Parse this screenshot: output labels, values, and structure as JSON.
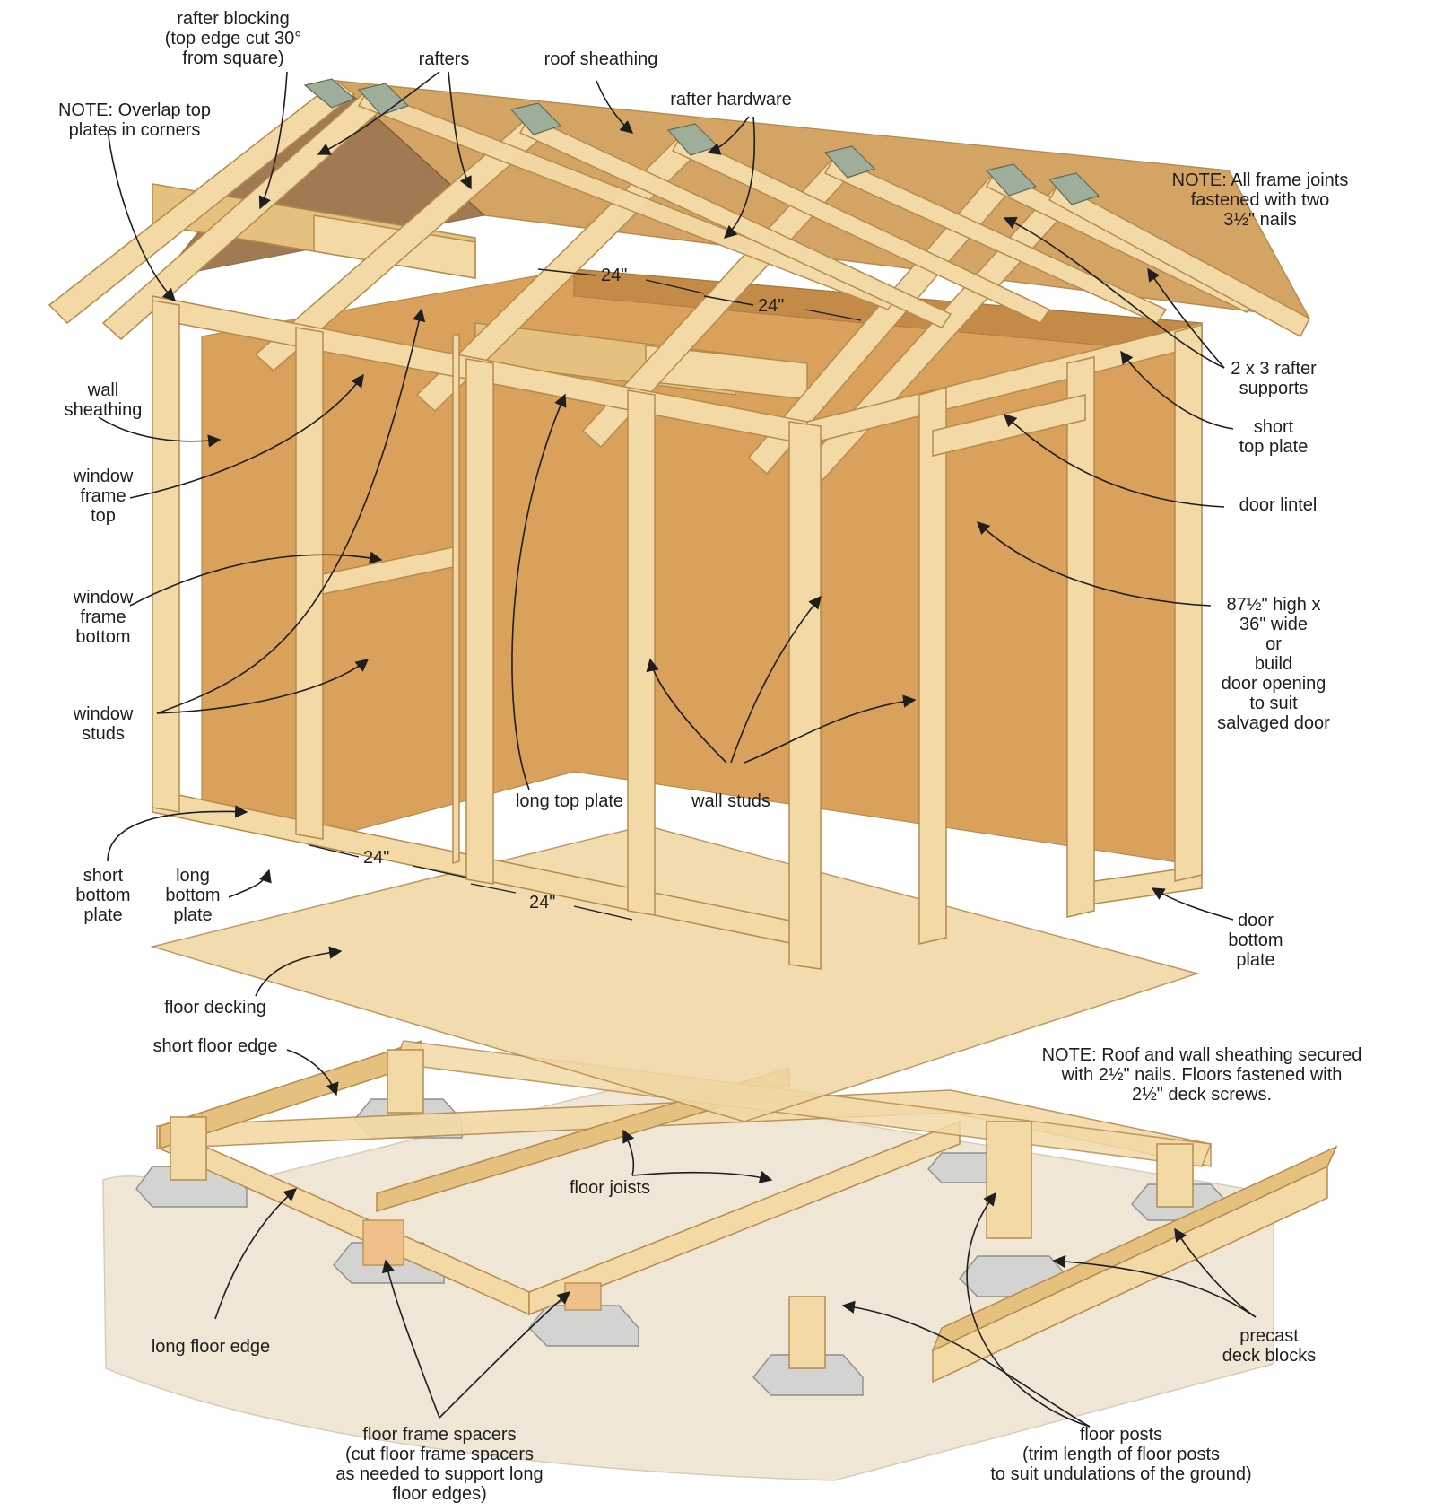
{
  "labels": {
    "rafter_blocking": "rafter blocking\n(top edge cut 30°\nfrom square)",
    "rafters": "rafters",
    "roof_sheathing": "roof sheathing",
    "rafter_hardware": "rafter hardware",
    "note_overlap": "NOTE: Overlap top\nplates in corners",
    "note_frame_joints": "NOTE: All frame joints\nfastened with two\n3½\" nails",
    "wall_sheathing": "wall\nsheathing",
    "window_frame_top": "window\nframe\ntop",
    "window_frame_bottom": "window\nframe\nbottom",
    "window_studs": "window\nstuds",
    "rafter_supports": "2 x 3 rafter\nsupports",
    "short_top_plate": "short\ntop plate",
    "door_lintel": "door lintel",
    "door_opening": "87½\" high x\n36\" wide\nor\nbuild\ndoor opening\nto suit\nsalvaged door",
    "long_top_plate": "long top plate",
    "wall_studs": "wall studs",
    "short_bottom_plate": "short\nbottom\nplate",
    "long_bottom_plate": "long\nbottom\nplate",
    "door_bottom_plate": "door\nbottom\nplate",
    "floor_decking": "floor decking",
    "short_floor_edge": "short floor edge",
    "note_sheathing": "NOTE: Roof and wall sheathing secured\nwith 2½\" nails. Floors fastened with\n2½\" deck screws.",
    "floor_joists": "floor joists",
    "long_floor_edge": "long floor edge",
    "precast_deck_blocks": "precast\ndeck blocks",
    "floor_frame_spacers": "floor frame spacers\n(cut floor frame spacers\nas needed to support long\nfloor edges)",
    "floor_posts": "floor posts\n(trim length of floor posts\nto suit undulations of the ground)"
  },
  "dimensions": {
    "rafter_spacing_1": "24\"",
    "rafter_spacing_2": "24\"",
    "stud_spacing_1": "24\"",
    "stud_spacing_2": "24\""
  },
  "colors": {
    "lumber": "#f3d9a6",
    "sheathing": "#d9a15c",
    "concrete": "#d3d4d2",
    "hardware": "#9fae9a",
    "ground": "#efe6d6"
  }
}
